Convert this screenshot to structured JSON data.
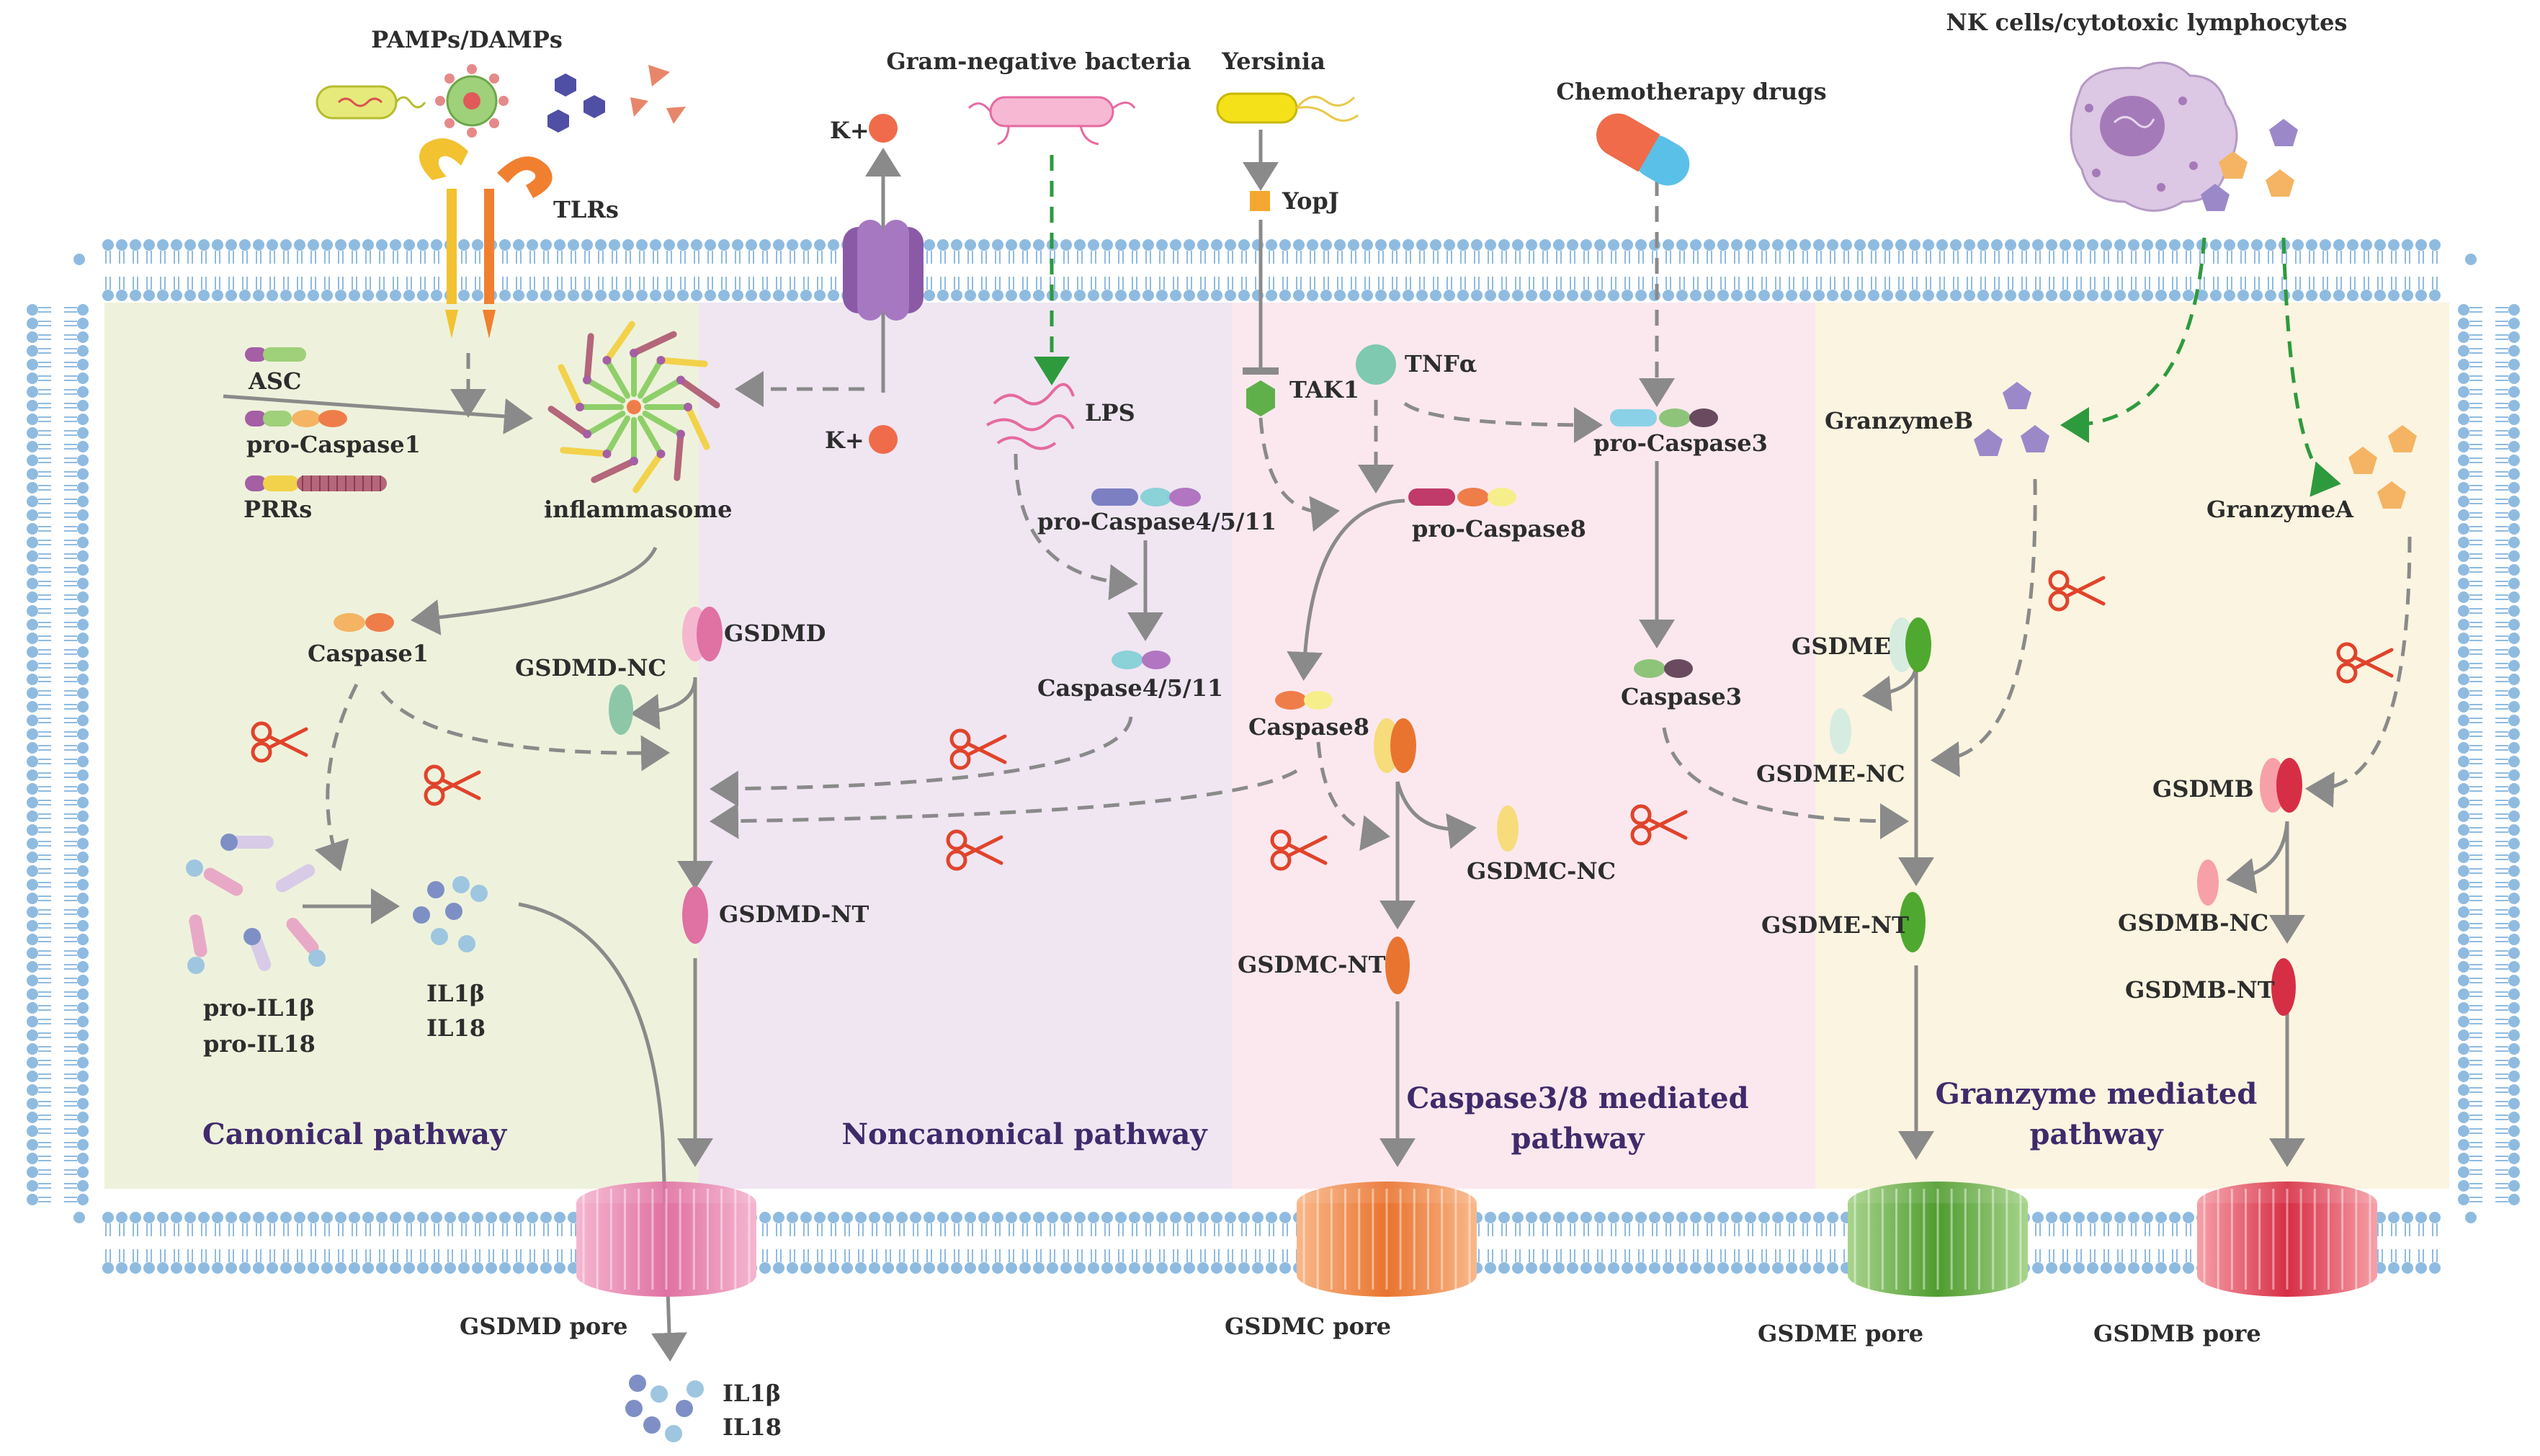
{
  "colors": {
    "canonical_bg": "#eef2dc",
    "noncanonical_bg": "#efe6f2",
    "caspase_bg": "#fbe8ee",
    "granzyme_bg": "#fbf4e0",
    "membrane": "#8fbbe0",
    "pathway_text": "#3f2a6b",
    "arrow": "#8a8a8a",
    "green_arrow": "#2e9a3e",
    "scissors": "#e0442b"
  },
  "stimuli": {
    "pamps": "PAMPs/DAMPs",
    "gram_negative": "Gram-negative bacteria",
    "yersinia": "Yersinia",
    "chemo": "Chemotherapy drugs",
    "nk": "NK cells/cytotoxic lymphocytes"
  },
  "labels": {
    "tlrs": "TLRs",
    "k_out": "K+",
    "k_in": "K+",
    "yopj": "YopJ",
    "asc": "ASC",
    "pro_caspase1": "pro-Caspase1",
    "prrs": "PRRs",
    "inflammasome": "inflammasome",
    "lps": "LPS",
    "tak1": "TAK1",
    "tnfa": "TNFα",
    "pro_caspase3": "pro-Caspase3",
    "granzyme_b": "GranzymeB",
    "granzyme_a": "GranzymeA",
    "pro_caspase4511": "pro-Caspase4/5/11",
    "pro_caspase8": "pro-Caspase8",
    "caspase1": "Caspase1",
    "gsdmd": "GSDMD",
    "gsdmd_nc": "GSDMD-NC",
    "caspase4511": "Caspase4/5/11",
    "caspase8": "Caspase8",
    "caspase3": "Caspase3",
    "gsdme": "GSDME",
    "gsdme_nc": "GSDME-NC",
    "gsdmb": "GSDMB",
    "gsdmc_nc": "GSDMC-NC",
    "gsdmd_nt": "GSDMD-NT",
    "gsdmc_nt": "GSDMC-NT",
    "gsdme_nt": "GSDME-NT",
    "gsdmb_nc": "GSDMB-NC",
    "gsdmb_nt": "GSDMB-NT",
    "pro_il1b": "pro-IL1β",
    "pro_il18": "pro-IL18",
    "il1b_in": "IL1β",
    "il18_in": "IL18",
    "il1b_out": "IL1β",
    "il18_out": "IL18",
    "gsdmd_pore": "GSDMD pore",
    "gsdmc_pore": "GSDMC pore",
    "gsdme_pore": "GSDME pore",
    "gsdmb_pore": "GSDMB pore"
  },
  "pathways": {
    "canonical": "Canonical pathway",
    "noncanonical": "Noncanonical pathway",
    "caspase_line1": "Caspase3/8 mediated",
    "caspase_line2": "pathway",
    "granzyme_line1": "Granzyme mediated",
    "granzyme_line2": "pathway"
  },
  "icons": {
    "scissors": "scissors-icon",
    "pore": "pore-icon",
    "channel": "ion-channel-icon",
    "receptor": "tlr-receptor-icon",
    "capsule": "drug-capsule-icon",
    "nk_cell": "nk-cell-icon"
  }
}
